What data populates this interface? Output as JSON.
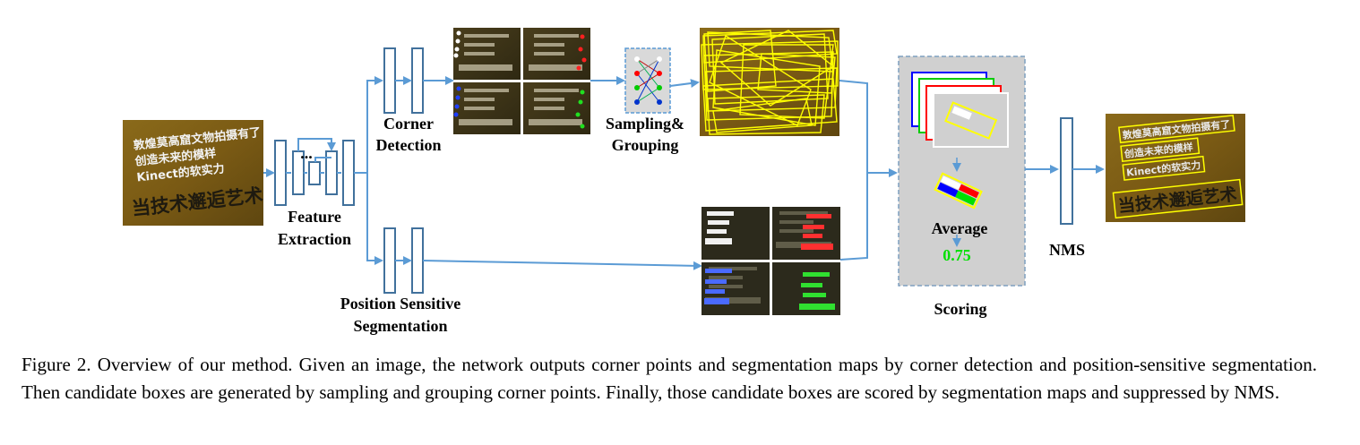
{
  "labels": {
    "feature_extraction": [
      "Feature",
      "Extraction"
    ],
    "corner_detection": [
      "Corner",
      "Detection"
    ],
    "sampling_grouping": [
      "Sampling&",
      "Grouping"
    ],
    "position_sensitive": [
      "Position Sensitive",
      "Segmentation"
    ],
    "average": "Average",
    "score": "0.75",
    "scoring": "Scoring",
    "nms": "NMS",
    "ellipsis": "..."
  },
  "scene_text": {
    "line1": "敦煌莫高窟文物拍摄有了",
    "line2": "创造未来的模样",
    "line3": "Kinect的软实力",
    "line4": "当技术邂逅艺术"
  },
  "colors": {
    "arrow": "#5b9bd5",
    "block_border": "#41719c",
    "score_green": "#00e000",
    "box_yellow": "#ffff00",
    "scoring_panel": "#d0d0d0"
  },
  "caption": "Figure 2. Overview of our method. Given an image, the network outputs corner points and segmentation maps by corner detection and position-sensitive segmentation. Then candidate boxes are generated by sampling and grouping corner points. Finally, those candidate boxes are scored by segmentation maps and suppressed by NMS."
}
